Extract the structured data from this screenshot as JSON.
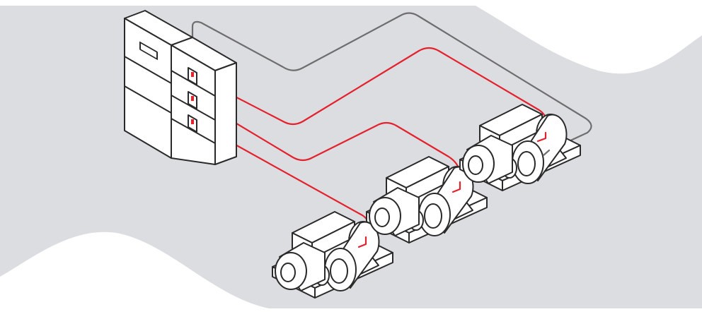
{
  "diagram": {
    "colors": {
      "background_band": "#dcdde1",
      "page": "#ffffff",
      "outline": "#2a2a2a",
      "power_cable": "#e3222d",
      "signal_cable": "#6e6e6e"
    },
    "components": {
      "cabinet": {
        "drawers": 3,
        "breakers": 3
      },
      "motor_units": 3
    },
    "connections": [
      {
        "from": "breaker-1",
        "to": "motor-unit-3",
        "kind": "power"
      },
      {
        "from": "breaker-2",
        "to": "motor-unit-2",
        "kind": "power"
      },
      {
        "from": "breaker-3",
        "to": "motor-unit-1",
        "kind": "power"
      },
      {
        "from": "cabinet",
        "to": "motor-unit-3",
        "kind": "signal"
      }
    ]
  }
}
